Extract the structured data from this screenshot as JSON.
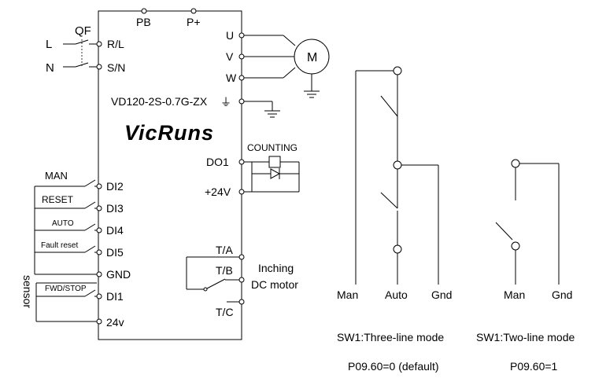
{
  "vfd": {
    "model": "VD120-2S-0.7G-ZX",
    "brand": "VicRuns",
    "top_terminals": [
      "PB",
      "P+"
    ],
    "power_inputs": [
      "R/L",
      "S/N"
    ],
    "outputs": [
      "U",
      "V",
      "W"
    ],
    "ground_symbol": "⏚",
    "motor_label": "M"
  },
  "mains": {
    "line": "L",
    "neutral": "N",
    "breaker": "QF"
  },
  "digital_inputs": [
    {
      "terminal": "DI2",
      "switch": "MAN"
    },
    {
      "terminal": "DI3",
      "switch": "RESET"
    },
    {
      "terminal": "DI4",
      "switch": "AUTO"
    },
    {
      "terminal": "DI5",
      "switch": "Fault reset"
    },
    {
      "terminal": "GND",
      "switch": ""
    },
    {
      "terminal": "DI1",
      "switch": "FWD/STOP"
    },
    {
      "terminal": "24v",
      "switch": ""
    }
  ],
  "sensor_label": "sensor",
  "digital_output": {
    "terminal": "DO1",
    "supply": "+24V",
    "relay_label": "COUNTING"
  },
  "relay": {
    "terminals": [
      "T/A",
      "T/B",
      "T/C"
    ],
    "load_line1": "Inching",
    "load_line2": "DC motor"
  },
  "modes": [
    {
      "terminals": [
        "Man",
        "Auto",
        "Gnd"
      ],
      "caption": "SW1:Three-line mode",
      "param": "P09.60=0 (default)"
    },
    {
      "terminals": [
        "Man",
        "Gnd"
      ],
      "caption": "SW1:Two-line mode",
      "param": "P09.60=1"
    }
  ]
}
